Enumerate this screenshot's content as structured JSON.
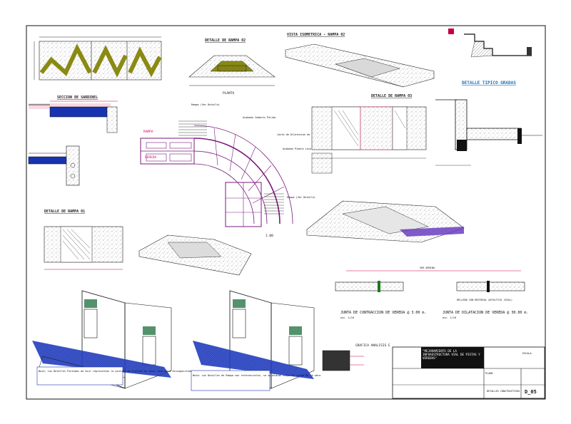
{
  "titles": {
    "detalle_rampa_02": "DETALLE DE RAMPA 02",
    "vista_isometrica": "VISTA ISOMETRICA - RAMPA 02",
    "detalle_tipico_gradas": "DETALLE TIPICO GRADAS",
    "detalle_rampa_03": "DETALLE DE RAMPA 03",
    "detalle_rampa_01": "DETALLE DE RAMPA 01",
    "bordes_section": "SECCION DE SARDINEL",
    "planta_label": "PLANTA",
    "grafica_label": "GRAFICA ANALISIS E"
  },
  "curve_labels": {
    "rampa_top": "Rampa (Ver Detalle)",
    "rampa_bottom": "Rampa (Ver Detalle)",
    "acabado_1": "Acabado Cemento Pulido",
    "junta": "Junta de Dilatacion de 1\"",
    "acabado_2": "Acabado Piedra Laja",
    "dim_100": "1.00",
    "rampa_left": "RAMPA",
    "vereda_left": "VEREDA"
  },
  "joints": {
    "contraccion_title": "JUNTA DE CONTRACCION DE VEREDA @ 3.00 m.",
    "contraccion_scale": "esc. 1/10",
    "dilatacion_title": "JUNTA DE DILATACION DE VEREDA @ 30.00 m.",
    "dilatacion_scale": "esc. 1/10",
    "header": "VER ARRIBA",
    "relleno": "RELLENO CON MATERIAL ASFALTICO (SEAL)"
  },
  "title_block": {
    "project": "\"MEJORAMIENTO DE LA INFRAESTRUCTURA VIAL DE PISTAS Y VEREDAS\"",
    "sheet_title": "DETALLES CONSTRUCTIVOS",
    "sheet_code": "D_05",
    "field_a": "PLANO",
    "field_b": "ESCALA"
  },
  "notes": {
    "note_left": "Nota: Los Detalles Pintados de Azul representan la pintura de trafico de color azul para discapacitados",
    "note_right": "Nota: Los Detalles de Rampa son referenciales, se ajustaran segun el sitio de la obra"
  }
}
